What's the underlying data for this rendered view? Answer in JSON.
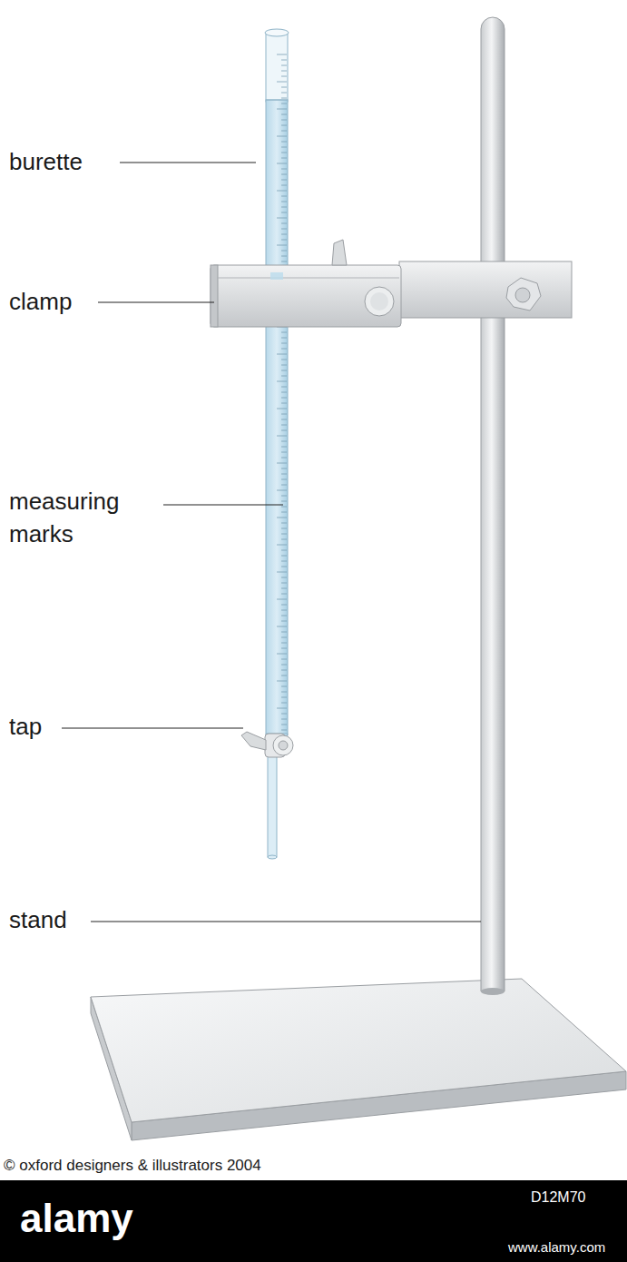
{
  "diagram": {
    "labels": [
      "burette",
      "clamp",
      "measuring marks",
      "tap",
      "stand",
      "© oxford designers & illustrators 2004",
      "alamy",
      "D12M70",
      "www.alamy.com"
    ]
  }
}
